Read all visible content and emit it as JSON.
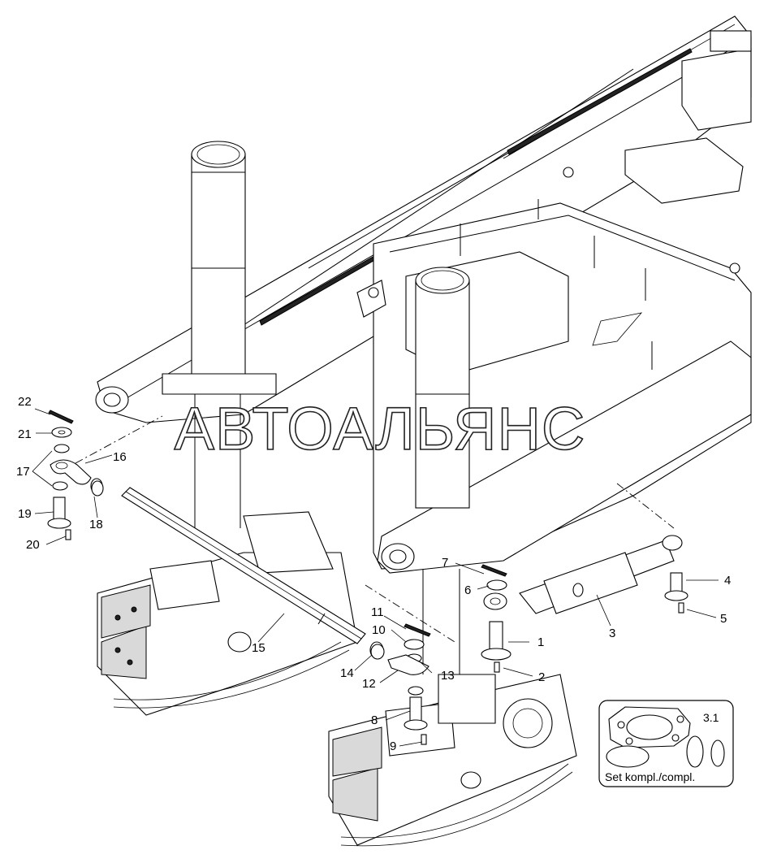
{
  "watermark": "АВТОАЛЬЯНС",
  "kit_box": {
    "number": "3.1",
    "label": "Set kompl./compl."
  },
  "callouts": [
    {
      "id": "c1",
      "text": "1"
    },
    {
      "id": "c2",
      "text": "2"
    },
    {
      "id": "c3",
      "text": "3"
    },
    {
      "id": "c4",
      "text": "4"
    },
    {
      "id": "c5",
      "text": "5"
    },
    {
      "id": "c6",
      "text": "6"
    },
    {
      "id": "c7",
      "text": "7"
    },
    {
      "id": "c8",
      "text": "8"
    },
    {
      "id": "c9",
      "text": "9"
    },
    {
      "id": "c10",
      "text": "10"
    },
    {
      "id": "c11",
      "text": "11"
    },
    {
      "id": "c12",
      "text": "12"
    },
    {
      "id": "c13",
      "text": "13"
    },
    {
      "id": "c14",
      "text": "14"
    },
    {
      "id": "c15",
      "text": "15"
    },
    {
      "id": "c16",
      "text": "16"
    },
    {
      "id": "c17",
      "text": "17"
    },
    {
      "id": "c18",
      "text": "18"
    },
    {
      "id": "c19",
      "text": "19"
    },
    {
      "id": "c20",
      "text": "20"
    },
    {
      "id": "c21",
      "text": "21"
    },
    {
      "id": "c22",
      "text": "22"
    }
  ]
}
